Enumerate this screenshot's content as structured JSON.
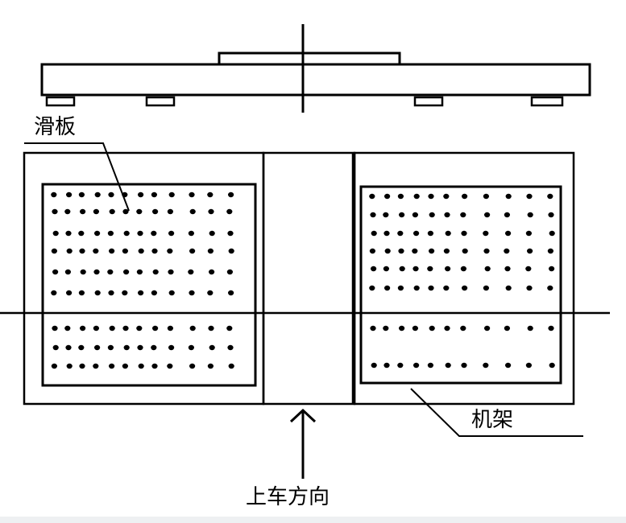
{
  "labels": {
    "slide_plate": "滑板",
    "frame": "机架",
    "loading_direction": "上车方向"
  },
  "colors": {
    "ink": "#000000",
    "background": "#ffffff"
  }
}
